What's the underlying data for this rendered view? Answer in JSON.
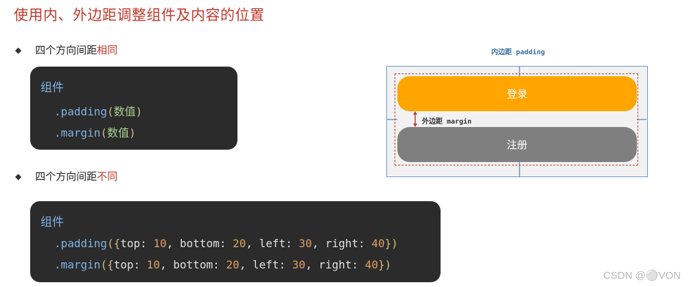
{
  "title": "使用内、外边距调整组件及内容的位置",
  "section1": {
    "label_prefix": "四个方向间距",
    "label_highlight": "相同",
    "code": {
      "component": "组件",
      "line1": {
        "method": ".padding",
        "open": "(",
        "arg": "数值",
        "close": ")"
      },
      "line2": {
        "method": ".margin",
        "open": "(",
        "arg": "数值",
        "close": ")"
      }
    }
  },
  "section2": {
    "label_prefix": "四个方向间距",
    "label_highlight": "不同",
    "code": {
      "component": "组件",
      "line1": {
        "method": ".padding",
        "open": "({",
        "k1": "top",
        "v1": "10",
        "k2": "bottom",
        "v2": "20",
        "k3": "left",
        "v3": "30",
        "k4": "right",
        "v4": "40",
        "close": "})"
      },
      "line2": {
        "method": ".margin",
        "open": "({",
        "k1": "top",
        "v1": "10",
        "k2": "bottom",
        "v2": "20",
        "k3": "left",
        "v3": "30",
        "k4": "right",
        "v4": "40",
        "close": "})"
      }
    }
  },
  "diagram": {
    "padding_label": "内边距 padding",
    "margin_label": "外边距 margin",
    "login_button": "登录",
    "register_button": "注册",
    "colors": {
      "login": "#ffa500",
      "register": "#7f7f7f",
      "border": "#6f95c4",
      "dotted": "#c0392b"
    }
  },
  "watermark": "CSDN @⚪VON"
}
